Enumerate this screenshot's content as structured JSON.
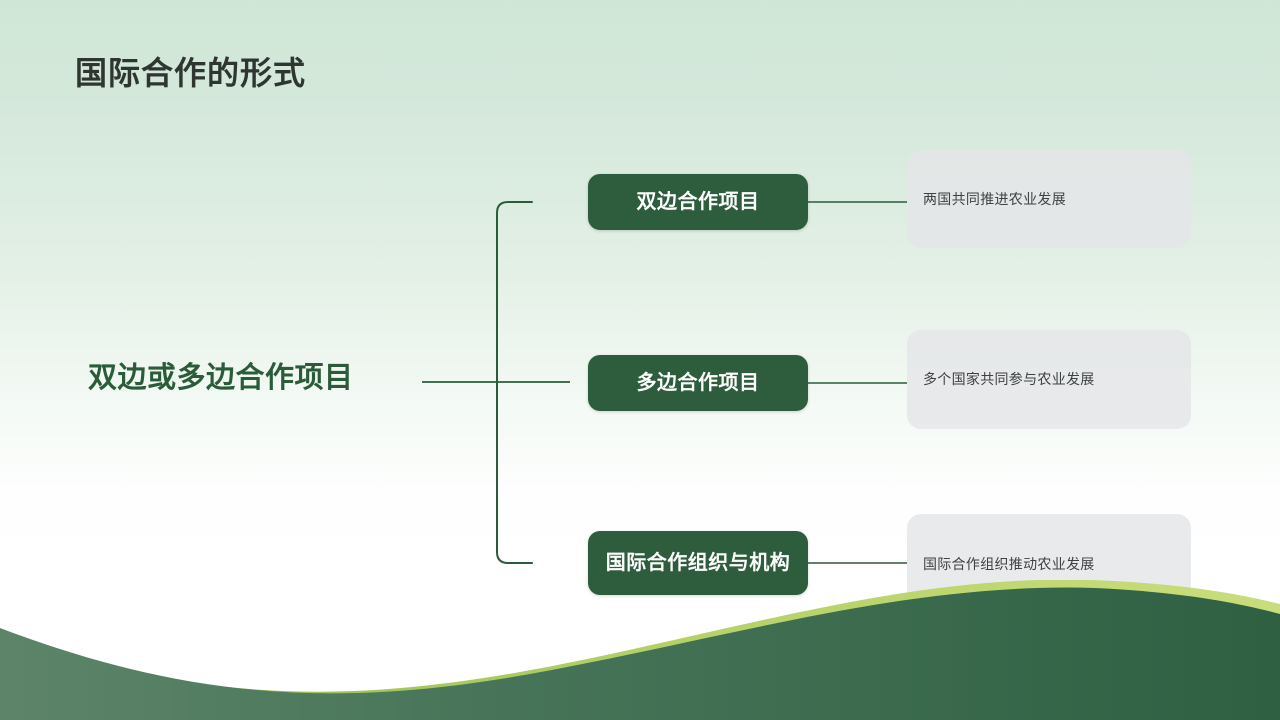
{
  "slide": {
    "title": "国际合作的形式",
    "root_label": "双边或多边合作项目"
  },
  "colors": {
    "topic_box": "#2d5d3d",
    "root_text": "#2a5c3a",
    "title_text": "#2f3632",
    "connector": "#2a5c3a",
    "card_background": "#e4e5e8",
    "card_text": "#3d4244",
    "background_top": "#cfe6d6",
    "background_bottom": "#ffffff",
    "wave_dark": "#3a6b4b",
    "wave_light": "#a5c65a"
  },
  "branches": [
    {
      "topic": "双边合作项目",
      "detail": "两国共同推进农业发展"
    },
    {
      "topic": "多边合作项目",
      "detail": "多个国家共同参与农业发展"
    },
    {
      "topic": "国际合作组织与机构",
      "detail": "国际合作组织推动农业发展"
    }
  ]
}
